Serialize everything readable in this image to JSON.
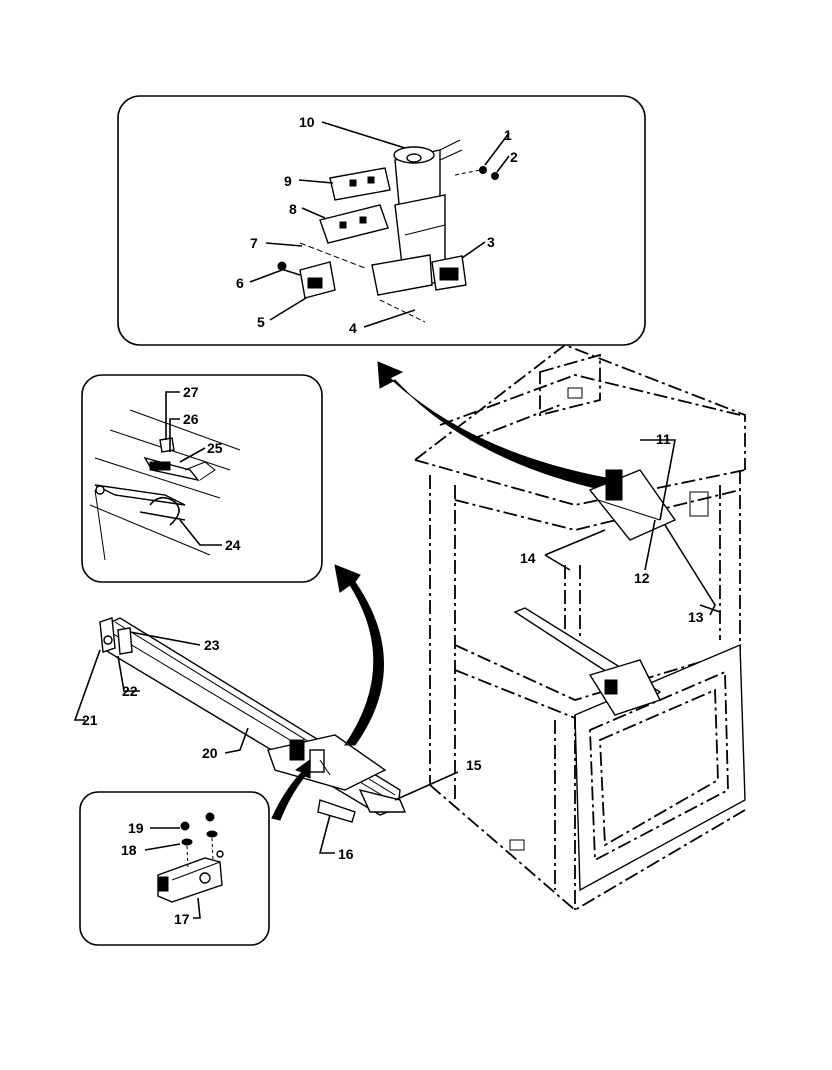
{
  "diagram": {
    "callouts": [
      "1",
      "2",
      "3",
      "4",
      "5",
      "6",
      "7",
      "8",
      "9",
      "10",
      "11",
      "12",
      "13",
      "14",
      "15",
      "16",
      "17",
      "18",
      "19",
      "20",
      "21",
      "22",
      "23",
      "24",
      "25",
      "26",
      "27"
    ]
  },
  "colors": {
    "ink": "#000000",
    "paper": "#ffffff"
  }
}
